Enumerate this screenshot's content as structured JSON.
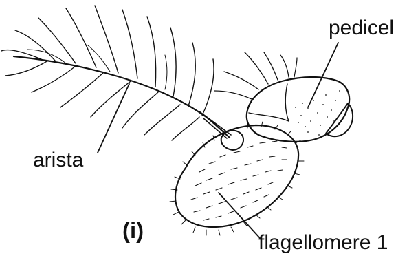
{
  "labels": {
    "pedicel": "pedicel",
    "arista": "arista",
    "flagellomere": "flagellomere 1",
    "panel": "(i)"
  },
  "colors": {
    "ink": "#111111",
    "background": "#ffffff"
  }
}
